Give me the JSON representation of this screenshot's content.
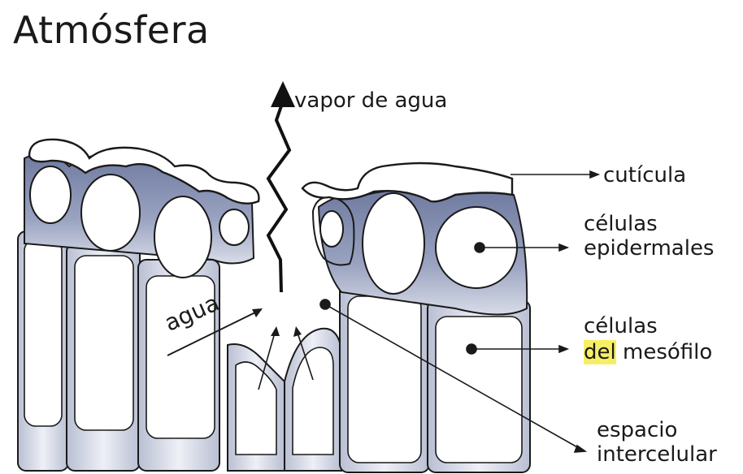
{
  "title": "Atmósfera",
  "labels": {
    "vapor": "vapor de agua",
    "cuticula": "cutícula",
    "epidermales_1": "células",
    "epidermales_2": "epidermales",
    "mesofilo_1": "células",
    "mesofilo_2_highlight": "del",
    "mesofilo_2_rest": " mesófilo",
    "espacio_1": "espacio",
    "espacio_2": "intercelular",
    "agua": "agua"
  },
  "colors": {
    "cell_shading": "#7c86a8",
    "outline": "#1a1a1a",
    "highlight": "#f7ef63"
  }
}
